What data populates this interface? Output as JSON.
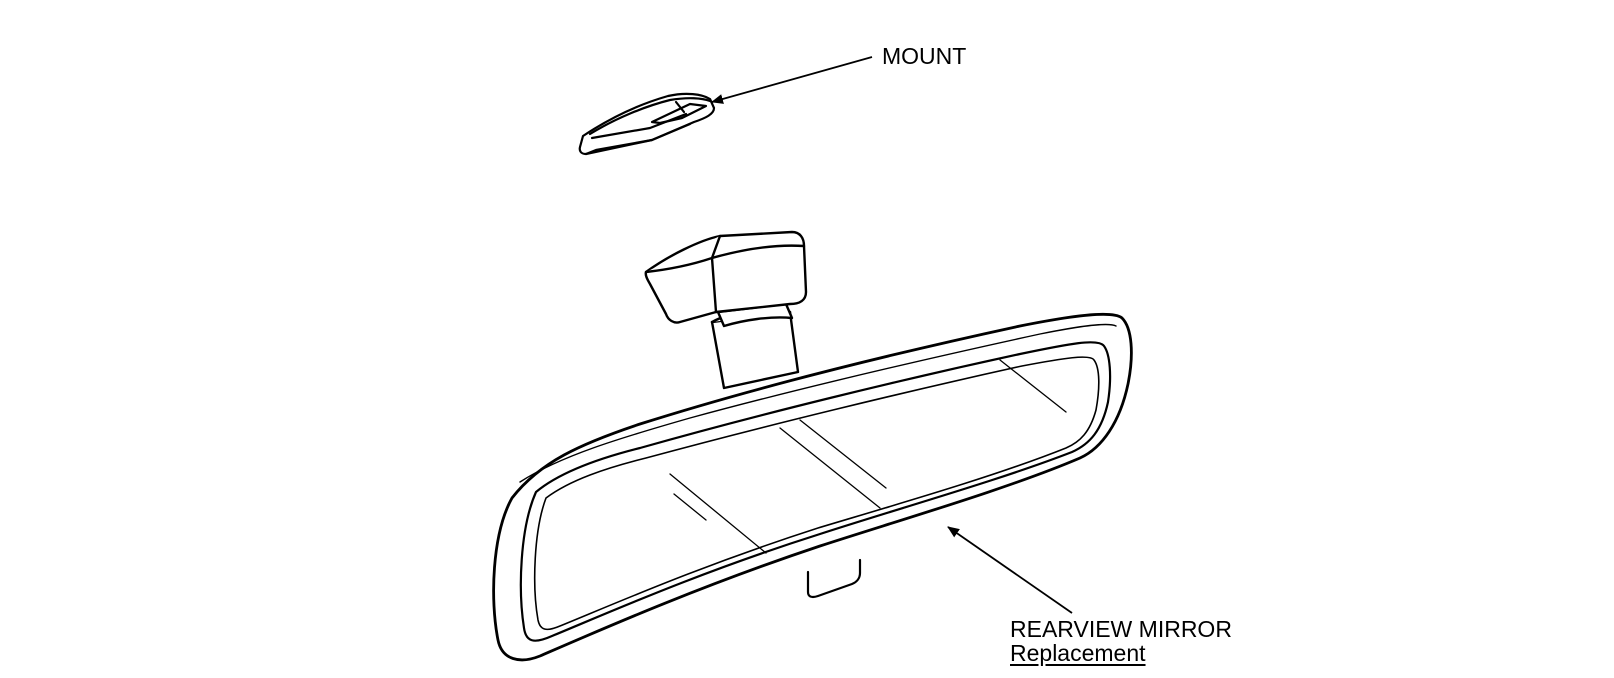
{
  "labels": {
    "mount": "MOUNT",
    "rearview_mirror": "REARVIEW MIRROR",
    "replacement_link": "Replacement"
  },
  "colors": {
    "line": "#000000",
    "background": "#ffffff"
  }
}
